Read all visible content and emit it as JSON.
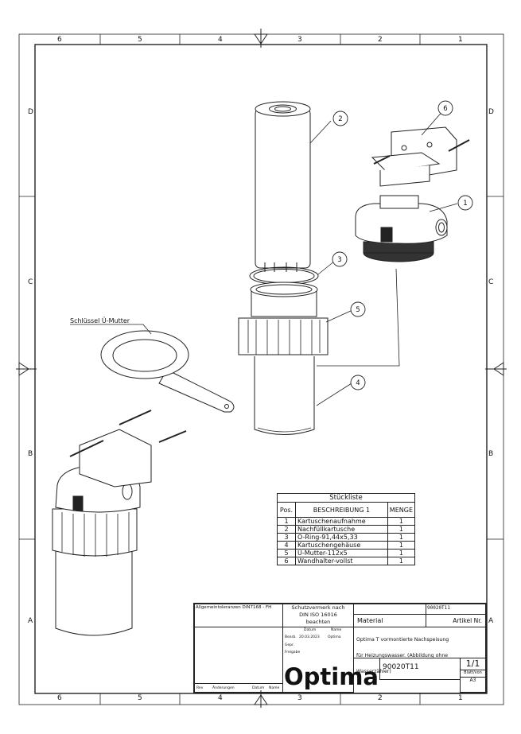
{
  "zones": {
    "columns": [
      "6",
      "5",
      "4",
      "3",
      "2",
      "1"
    ],
    "rows": [
      "D",
      "C",
      "B",
      "A"
    ]
  },
  "callouts": [
    "1",
    "2",
    "3",
    "4",
    "5",
    "6"
  ],
  "key_label": "Schlüssel Ü-Mutter",
  "parts_list": {
    "title": "Stückliste",
    "headers": [
      "Pos.",
      "BESCHREIBUNG 1",
      "MENGE"
    ],
    "rows": [
      [
        "1",
        "Kartuschenaufnahme",
        "1"
      ],
      [
        "2",
        "Nachfüllkartusche",
        "1"
      ],
      [
        "3",
        "O-Ring-91,44x5,33",
        "1"
      ],
      [
        "4",
        "Kartuschengehäuse",
        "1"
      ],
      [
        "5",
        "Ü-Mutter-112x5",
        "1"
      ],
      [
        "6",
        "Wandhalter-vollst",
        "1"
      ]
    ]
  },
  "title_block": {
    "tolerances": "Allgemeintoleranzen DIN7168 - FH",
    "protection_note": [
      "Schutzvermerk nach",
      "DIN ISO 16016",
      "beachten"
    ],
    "material_label": "Material",
    "article_label": "Artikel Nr.",
    "article_number": "90020T11",
    "description_line1": "Optima T vormontierte Nachspeisung",
    "description_line2": "für Heizungswasser. (Abbildung ohne Wasserzähler)",
    "date_header": "Datum",
    "name_header": "Name",
    "row_labels": [
      "Bearb.",
      "Gepr.",
      "Freigabe"
    ],
    "date_value": "20.03.2023",
    "name_value": "Optima",
    "drawing_number": "90020T11",
    "sheet": "1/1",
    "sheet_label": "Blatt/von",
    "format": "A3",
    "logo_text": "Optima",
    "revision_headers": [
      "Rev",
      "Änderungen",
      "Datum",
      "Name"
    ]
  }
}
